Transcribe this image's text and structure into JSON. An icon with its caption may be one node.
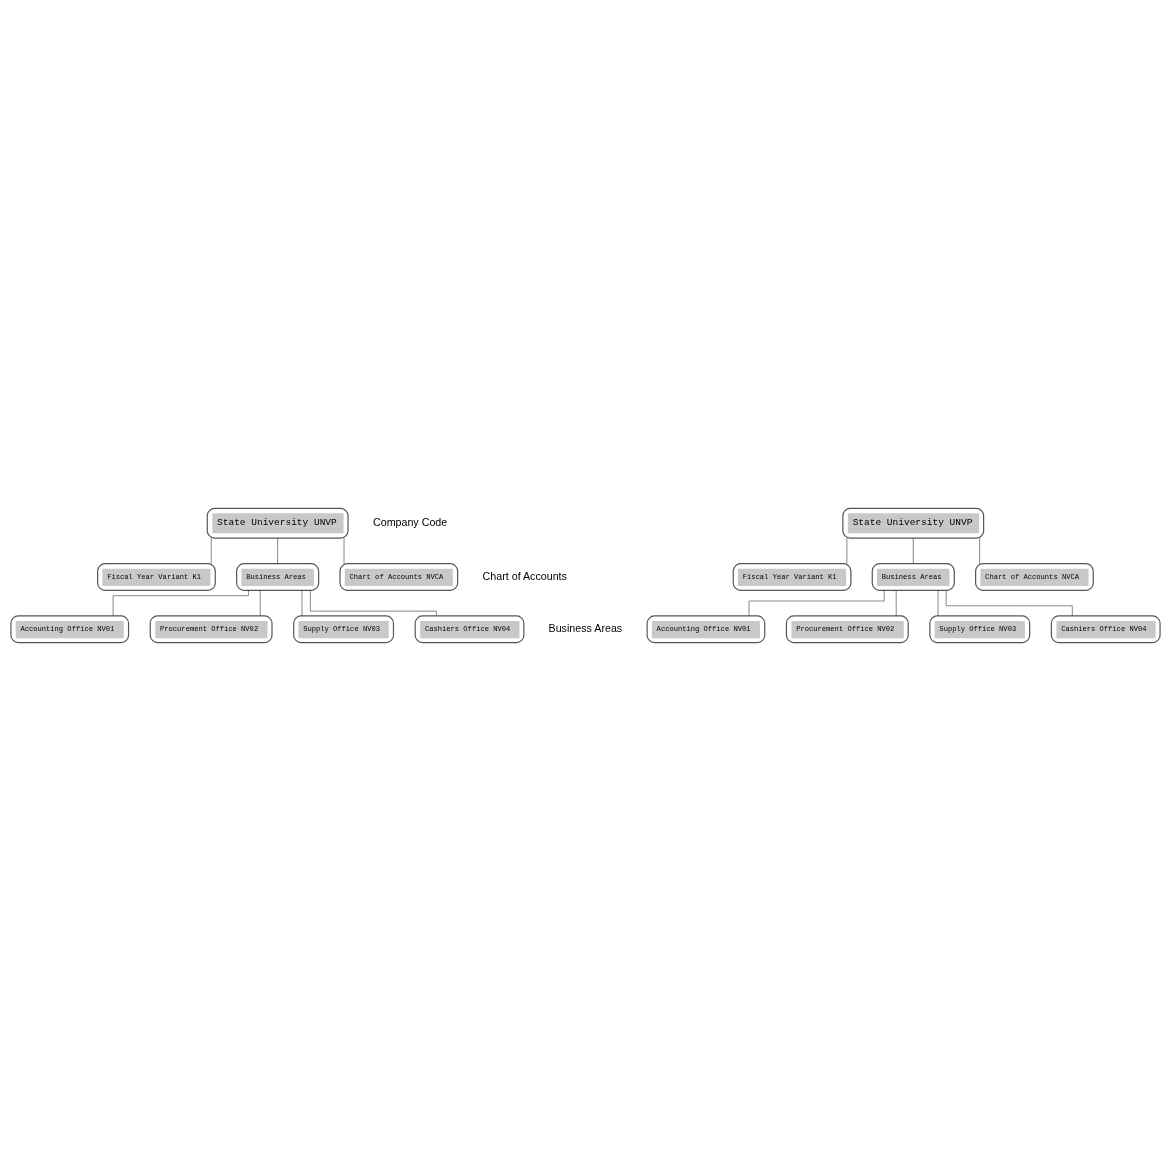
{
  "diagram": {
    "nodes": [
      {
        "text": [
          "State University UNVP"
        ]
      },
      {
        "text": [
          "Fiscal Year Variant K1"
        ]
      },
      {
        "text": [
          "Business Areas"
        ]
      },
      {
        "text": [
          "Chart of Accounts NVCA"
        ]
      },
      {
        "text": [
          "Accounting Office NV01"
        ]
      },
      {
        "text": [
          "Procurement Office NV02"
        ]
      },
      {
        "text": [
          "Supply Office NV03"
        ]
      },
      {
        "text": [
          "Cashiers Office NV04"
        ]
      },
      {
        "text": [
          "State University UNVP"
        ]
      },
      {
        "text": [
          "Fiscal Year Variant K1"
        ]
      },
      {
        "text": [
          "Business Areas"
        ]
      },
      {
        "text": [
          "Chart of Accounts NVCA"
        ]
      },
      {
        "text": [
          "Accounting Office NV01"
        ]
      },
      {
        "text": [
          "Procurement Office NV02"
        ]
      },
      {
        "text": [
          "Supply Office NV03"
        ]
      },
      {
        "text": [
          "Cashiers Office NV04"
        ]
      }
    ],
    "edges": [
      {
        "from": 0,
        "to": 1,
        "arrow": "none"
      },
      {
        "from": 0,
        "to": 2,
        "arrow": "none"
      },
      {
        "from": 0,
        "to": 3,
        "arrow": "none"
      },
      {
        "from": 2,
        "to": 4,
        "arrow": "none"
      },
      {
        "from": 2,
        "to": 5,
        "arrow": "none"
      },
      {
        "from": 2,
        "to": 6,
        "arrow": "none"
      },
      {
        "from": 2,
        "to": 7,
        "arrow": "none"
      },
      {
        "from": 8,
        "to": 9,
        "arrow": "none"
      },
      {
        "from": 8,
        "to": 10,
        "arrow": "none"
      },
      {
        "from": 8,
        "to": 11,
        "arrow": "none"
      },
      {
        "from": 10,
        "to": 12,
        "arrow": "none"
      },
      {
        "from": 10,
        "to": 13,
        "arrow": "none"
      },
      {
        "from": 10,
        "to": 14,
        "arrow": "none"
      },
      {
        "from": 10,
        "to": 15,
        "arrow": "none"
      }
    ],
    "labels": [
      "Company Code",
      "Chart of Accounts",
      "Business Areas"
    ]
  }
}
